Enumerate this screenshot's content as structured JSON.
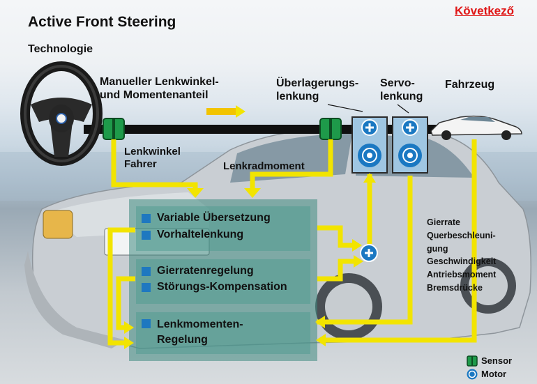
{
  "header": {
    "title": "Active Front Steering",
    "subtitle": "Technologie",
    "next_label": "Következő"
  },
  "labels": {
    "manual_line1": "Manueller Lenkwinkel-",
    "manual_line2": "und Momentenanteil",
    "ueberlagerung_line1": "Überlagerungs-",
    "ueberlagerung_line2": "lenkung",
    "servo_line1": "Servo-",
    "servo_line2": "lenkung",
    "fahrzeug": "Fahrzeug",
    "lenkwinkel_line1": "Lenkwinkel",
    "lenkwinkel_line2": "Fahrer",
    "lenkradmoment": "Lenkradmoment"
  },
  "control_box": {
    "item1": "Variable Übersetzung",
    "item2": "Vorhaltelenkung",
    "item3": "Gierratenregelung",
    "item4": "Störungs-Kompensation",
    "item5_line1": "Lenkmomenten-",
    "item5_line2": "Regelung"
  },
  "vehicle_signals": [
    "Gierrate",
    "Querbeschleuni-",
    "gung",
    "Geschwindigkeit",
    "Antriebsmoment",
    "Bremsdrücke"
  ],
  "legend": {
    "sensor": "Sensor",
    "motor": "Motor"
  },
  "colors": {
    "signal_line": "#f2e400",
    "sensor": "#1e9a4a",
    "motor": "#1a78c2",
    "control_box": "#3f8a80",
    "next_link": "#e01818"
  }
}
